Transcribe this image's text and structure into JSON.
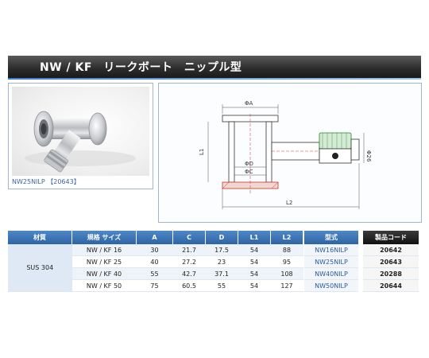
{
  "title": "NW / KF　リークボート　ニップル型",
  "photo": {
    "caption": "NW25NILP 【20643】"
  },
  "drawing": {
    "labels": {
      "phi_a": "ΦA",
      "phi_d": "ΦD",
      "phi_c": "ΦC",
      "phi_26": "Φ26",
      "l1": "L1",
      "l2": "L2"
    }
  },
  "spec_table": {
    "headers": [
      "材質",
      "規格 サイズ",
      "A",
      "C",
      "D",
      "L1",
      "L2"
    ],
    "material": "SUS 304",
    "rows": [
      {
        "size": "NW / KF 16",
        "a": "30",
        "c": "21.7",
        "d": "17.5",
        "l1": "54",
        "l2": "88"
      },
      {
        "size": "NW / KF 25",
        "a": "40",
        "c": "27.2",
        "d": "23",
        "l1": "54",
        "l2": "95"
      },
      {
        "size": "NW / KF 40",
        "a": "55",
        "c": "42.7",
        "d": "37.1",
        "l1": "54",
        "l2": "108"
      },
      {
        "size": "NW / KF 50",
        "a": "75",
        "c": "60.5",
        "d": "55",
        "l1": "54",
        "l2": "127"
      }
    ]
  },
  "code_table": {
    "headers": [
      "型式",
      "製品コード"
    ],
    "rows": [
      {
        "model": "NW16NILP",
        "code": "20642"
      },
      {
        "model": "NW25NILP",
        "code": "20643"
      },
      {
        "model": "NW40NILP",
        "code": "20288"
      },
      {
        "model": "NW50NILP",
        "code": "20644"
      }
    ]
  }
}
